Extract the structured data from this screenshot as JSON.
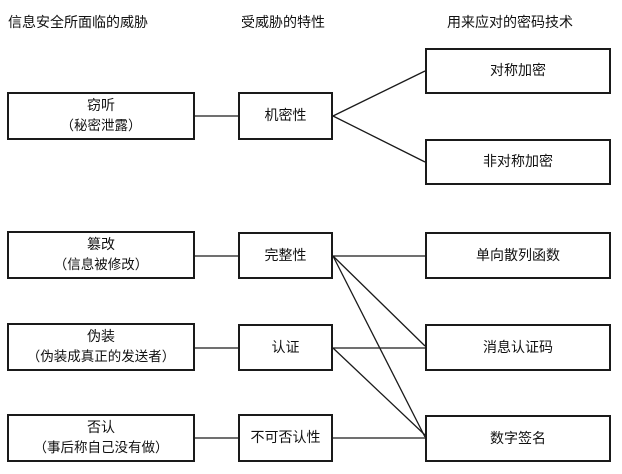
{
  "headers": {
    "threats": "信息安全所面临的威胁",
    "properties": "受威胁的特性",
    "techniques": "用来应对的密码技术"
  },
  "threats": [
    {
      "name": "窃听",
      "detail": "（秘密泄露）"
    },
    {
      "name": "篡改",
      "detail": "（信息被修改）"
    },
    {
      "name": "伪装",
      "detail": "（伪装成真正的发送者）"
    },
    {
      "name": "否认",
      "detail": "（事后称自己没有做）"
    }
  ],
  "properties": [
    "机密性",
    "完整性",
    "认证",
    "不可否认性"
  ],
  "techniques": [
    "对称加密",
    "非对称加密",
    "单向散列函数",
    "消息认证码",
    "数字签名"
  ],
  "links": {
    "threat_to_property": [
      [
        0,
        0
      ],
      [
        1,
        1
      ],
      [
        2,
        2
      ],
      [
        3,
        3
      ]
    ],
    "property_to_technique": [
      [
        0,
        0
      ],
      [
        0,
        1
      ],
      [
        1,
        2
      ],
      [
        1,
        3
      ],
      [
        1,
        4
      ],
      [
        2,
        3
      ],
      [
        2,
        4
      ],
      [
        3,
        4
      ]
    ]
  }
}
